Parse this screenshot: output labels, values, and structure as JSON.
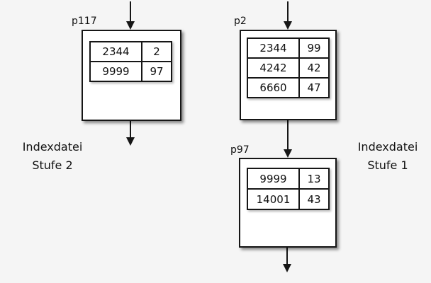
{
  "colors": {
    "background": "#f5f5f5",
    "box_fill": "#ffffff",
    "line": "#161616",
    "text": "#111111"
  },
  "captions": {
    "left_line1": "Indexdatei",
    "left_line2": "Stufe 2",
    "right_line1": "Indexdatei",
    "right_line2": "Stufe 1"
  },
  "nodes": [
    {
      "label": "p117",
      "rows": [
        [
          "2344",
          "2"
        ],
        [
          "9999",
          "97"
        ]
      ]
    },
    {
      "label": "p2",
      "rows": [
        [
          "2344",
          "99"
        ],
        [
          "4242",
          "42"
        ],
        [
          "6660",
          "47"
        ]
      ]
    },
    {
      "label": "p97",
      "rows": [
        [
          "9999",
          "13"
        ],
        [
          "14001",
          "43"
        ]
      ]
    }
  ]
}
